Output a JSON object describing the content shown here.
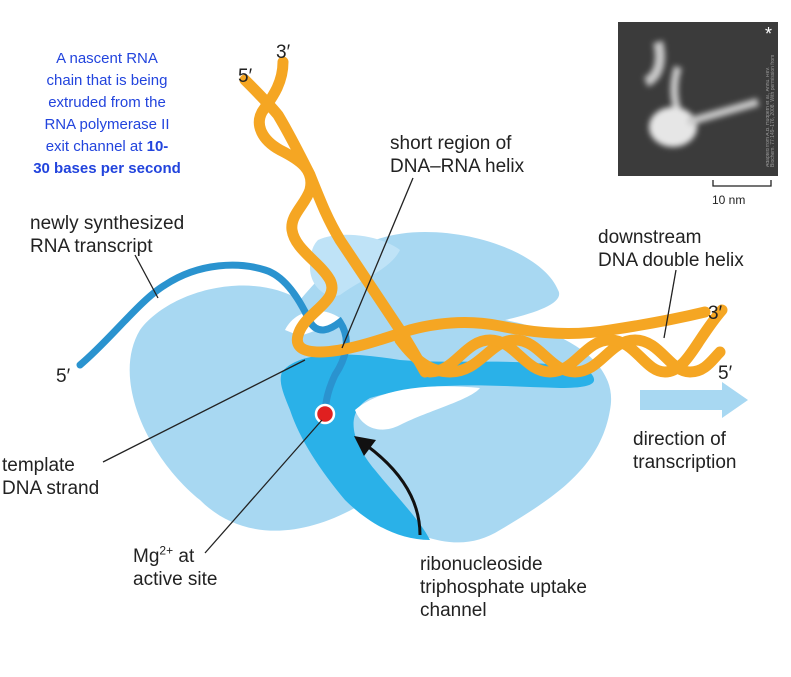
{
  "caption": {
    "line1": "A nascent RNA",
    "line2": "chain that is being",
    "line3": "extruded from the",
    "line4": "RNA polymerase II",
    "line5_text": "exit channel at ",
    "line5_bold": "10-",
    "line6_bold": "30 bases per second"
  },
  "labels": {
    "newly_synth_1": "newly synthesized",
    "newly_synth_2": "RNA transcript",
    "short_region_1": "short region of",
    "short_region_2": "DNA–RNA helix",
    "downstream_1": "downstream",
    "downstream_2": "DNA double helix",
    "template_1": "template",
    "template_2": "DNA strand",
    "mg_text": "Mg",
    "mg_sup": "2+",
    "mg_after": " at",
    "mg_2": "active site",
    "channel_1": "ribonucleoside",
    "channel_2": "triphosphate uptake",
    "channel_3": "channel",
    "direction_1": "direction of",
    "direction_2": "transcription"
  },
  "primes": {
    "top_5": "5′",
    "top_3": "3′",
    "rna_5": "5′",
    "right_3": "3′",
    "right_5": "5′"
  },
  "micrograph": {
    "marker": "*",
    "credit": "Adapted from A.B. Hudpeth et al., Annu. Rev. Biochem. 77:149–176, 2008. With permission from Annual Reviews.",
    "scale_label": "10 nm"
  },
  "colors": {
    "polymerase_light": "#a8d8f2",
    "polymerase_dark": "#2ab1e8",
    "rna": "#2a93cf",
    "dna": "#f5a623",
    "mg": "#e02020",
    "arrow": "#a8d8f2",
    "caption": "#2244dd"
  }
}
